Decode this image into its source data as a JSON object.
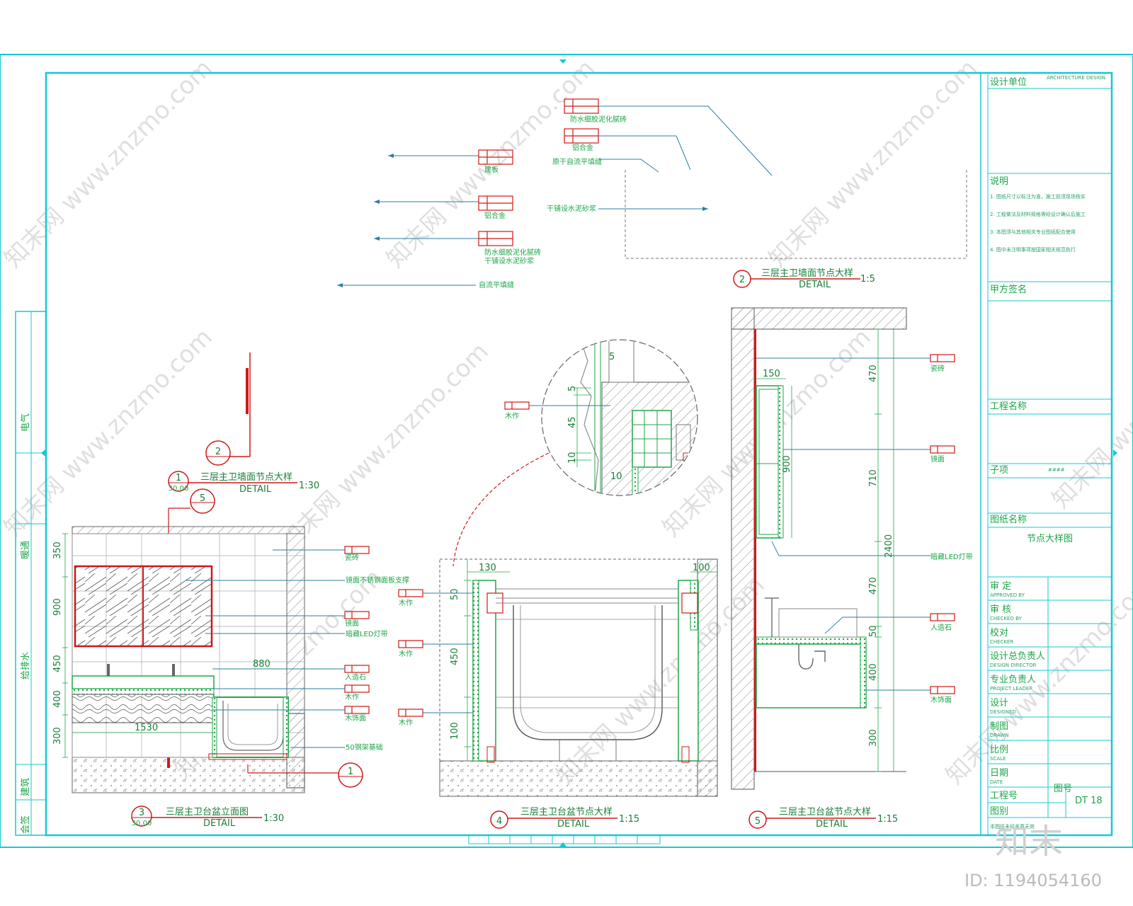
{
  "details": [
    {
      "num": "1",
      "sub": "30.00",
      "title": "三层主卫墙面节点大样",
      "label": "DETAIL",
      "scale": "1:30"
    },
    {
      "num": "2",
      "sub": "",
      "title": "三层主卫墙面节点大样",
      "label": "DETAIL",
      "scale": "1:5"
    },
    {
      "num": "3",
      "sub": "30.00",
      "title": "三层主卫台盆立面图",
      "label": "DETAIL",
      "scale": "1:30"
    },
    {
      "num": "4",
      "sub": "",
      "title": "三层主卫台盆节点大样",
      "label": "DETAIL",
      "scale": "1:15"
    },
    {
      "num": "5",
      "sub": "",
      "title": "三层主卫台盆节点大样",
      "label": "DETAIL",
      "scale": "1:15"
    }
  ],
  "section_marks": {
    "mark2": "2",
    "mark5": "5",
    "mark1": "1"
  },
  "top_callouts": [
    {
      "text": "防水细胶泥化腻砖"
    },
    {
      "text": "铝合金"
    },
    {
      "text": "原干自流平填缝"
    },
    {
      "text": "建板"
    },
    {
      "text": "铝合金"
    },
    {
      "text": "防水细胶泥化腻砖"
    },
    {
      "text": "干铺设水泥砂浆"
    },
    {
      "text": "干铺设水泥砂浆"
    },
    {
      "text": "自流平填缝"
    }
  ],
  "elev_callouts": [
    {
      "text": "瓷砖"
    },
    {
      "text": "镜面不锈钢面板支撑"
    },
    {
      "text": "镜面"
    },
    {
      "text": "暗藏LED灯带"
    },
    {
      "text": "人造石"
    },
    {
      "text": "木作"
    },
    {
      "text": "木饰面"
    },
    {
      "text": "50钢架基础"
    }
  ],
  "detail4_callouts": [
    {
      "text": "木作"
    },
    {
      "text": "木作"
    },
    {
      "text": "木作"
    },
    {
      "text": "木作"
    }
  ],
  "detail5_callouts": [
    {
      "text": "瓷砖"
    },
    {
      "text": "镜面"
    },
    {
      "text": "暗藏LED灯带"
    },
    {
      "text": "人造石"
    },
    {
      "text": "木饰面"
    }
  ],
  "dims_elev": {
    "d350": "350",
    "d900": "900",
    "d450": "450",
    "d400": "400",
    "d300": "300",
    "d880": "880",
    "d1530": "1530"
  },
  "dims_d4": {
    "d130": "130",
    "d100a": "100",
    "d50": "50",
    "d450": "450",
    "d100b": "100"
  },
  "dims_d5": {
    "d150": "150",
    "d470a": "470",
    "d900": "900",
    "d710": "710",
    "d2400": "2400",
    "d470b": "470",
    "d50": "50",
    "d400": "400",
    "d300": "300"
  },
  "dims_circle": {
    "d5a": "5",
    "d5b": "5",
    "d45": "45",
    "d10": "10",
    "d10b": "10"
  },
  "title_block": {
    "design_unit": "设计单位",
    "design_unit_en": "ARCHITECTURE DESIGN",
    "notes_label": "说明",
    "notes": [
      "1. 图纸尺寸以标注为准，施工前须现场核实",
      "2. 工程做法及材料规格需经设计确认后施工",
      "3. 本图须与其他相关专业图纸配合使用",
      "4. 图中未注明事项按国家相关规范执行"
    ],
    "client_label": "甲方签名",
    "project_name_label": "工程名称",
    "sub_item_label": "子项",
    "sub_item_value": "####",
    "drawing_name_label": "图纸名称",
    "drawing_name": "节点大样图",
    "rows": [
      {
        "cn": "审  定",
        "en": "APPROVED BY"
      },
      {
        "cn": "审  核",
        "en": "CHECKED BY"
      },
      {
        "cn": "校对",
        "en": "CHECKER"
      },
      {
        "cn": "设计总负责人",
        "en": "DESIGN DIRECTOR"
      },
      {
        "cn": "专业负责人",
        "en": "PROJECT LEADER"
      },
      {
        "cn": "设计",
        "en": "DESIGNED"
      },
      {
        "cn": "制图",
        "en": "DRAWN"
      },
      {
        "cn": "比例",
        "en": "SCALE"
      },
      {
        "cn": "日期",
        "en": "DATE"
      }
    ],
    "project_no_label": "工程号",
    "drawing_type_label": "图别",
    "drawing_no_label": "图号",
    "drawing_no": "DT 18",
    "footer": "本图纸未经盖章无效"
  },
  "left_strip": [
    {
      "text": "电气"
    },
    {
      "text": "暖通"
    },
    {
      "text": "给排水"
    },
    {
      "text": "建筑"
    },
    {
      "text": "会签"
    }
  ],
  "watermark": "知末网 www.znzmo.com",
  "brand": "知末",
  "image_id": "ID: 1194054160"
}
